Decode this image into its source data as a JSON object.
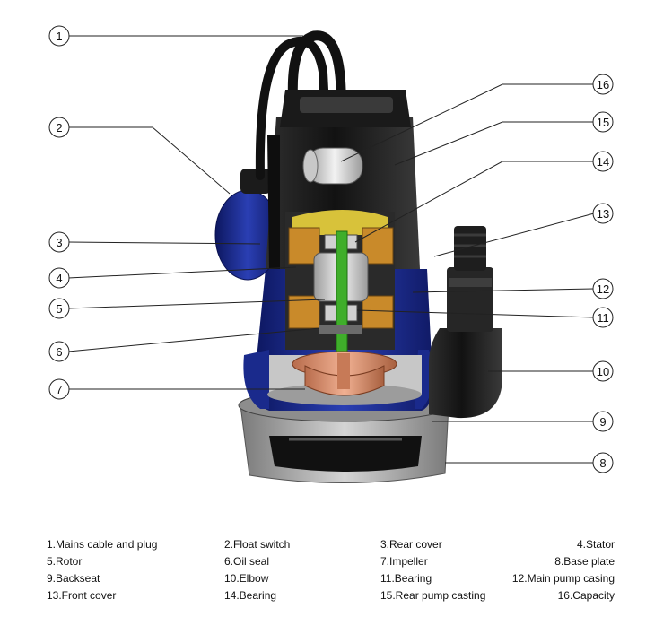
{
  "diagram": {
    "callouts": [
      "1",
      "2",
      "3",
      "4",
      "5",
      "6",
      "7",
      "8",
      "9",
      "10",
      "11",
      "12",
      "13",
      "14",
      "15",
      "16"
    ]
  },
  "legend": {
    "rows": [
      [
        "1.Mains cable and plug",
        "2.Float switch",
        "3.Rear cover",
        "4.Stator"
      ],
      [
        "5.Rotor",
        "6.Oil seal",
        "7.Impeller",
        "8.Base plate"
      ],
      [
        "9.Backseat",
        "10.Elbow",
        "11.Bearing",
        "12.Main pump casing"
      ],
      [
        "13.Front cover",
        "14.Bearing",
        "15.Rear pump casting",
        "16.Capacity"
      ]
    ]
  },
  "colors": {
    "casing_blue": "#1f2f9a",
    "body_black": "#1c1c1c",
    "base_grey": "#a9a9a9",
    "stator_yellow": "#d8c23a",
    "shaft_green": "#3fae2a",
    "impeller_copper": "#d28a6a"
  }
}
